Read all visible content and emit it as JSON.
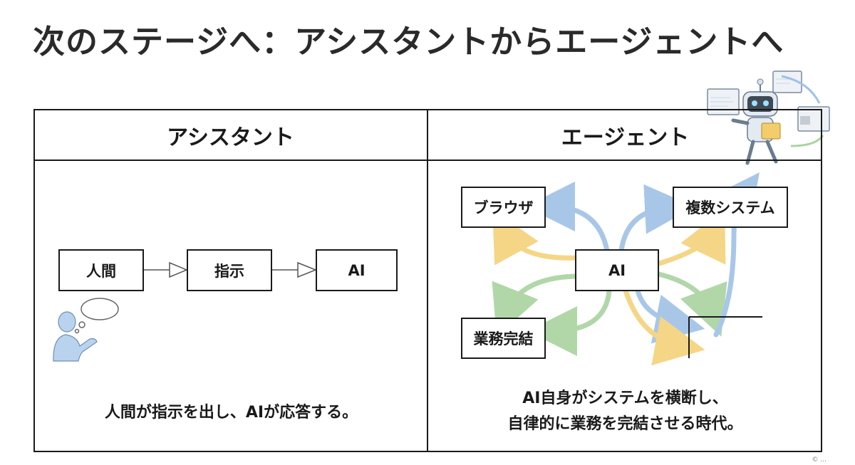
{
  "title": "次のステージへ：アシスタントからエージェントへ",
  "assistant": {
    "header": "アシスタント",
    "flow": {
      "human": "人間",
      "instruction": "指示",
      "ai": "AI"
    },
    "caption": "人間が指示を出し、AIが応答する。"
  },
  "agent": {
    "header": "エージェント",
    "hub": "AI",
    "nodes": {
      "browser": "ブラウザ",
      "multi_system": "複数システム",
      "task_completion": "業務完結"
    },
    "caption_line1": "AI自身がシステムを横断し、",
    "caption_line2": "自律的に業務を完結させる時代。"
  },
  "footer_note": "© ...",
  "colors": {
    "border": "#1a1a1a",
    "arrow_blue": "#9fc1e6",
    "arrow_yellow": "#f3d27a",
    "arrow_green": "#a9d3a0",
    "person": "#b9d3ee"
  }
}
